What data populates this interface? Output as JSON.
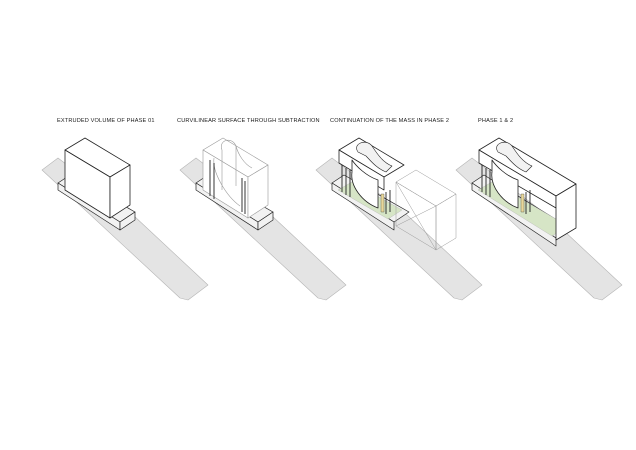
{
  "diagram": {
    "steps": [
      {
        "label": "EXTRUDED VOLUME OF PHASE 01"
      },
      {
        "label": "CURVILINEAR SURFACE THROUGH  SUBTRACTION"
      },
      {
        "label": "CONTINUATION OF THE MASS IN  PHASE 2"
      },
      {
        "label": "PHASE 1 & 2"
      }
    ],
    "colors": {
      "site": "#e4e4e4",
      "site_edge": "#b5b5b5",
      "plinth": "#f2f2f2",
      "volume": "#ffffff",
      "stroke": "#222222",
      "garden": "#d6e5c6",
      "accent": "#e8d79a",
      "ghost": "#9a9a9a"
    }
  }
}
